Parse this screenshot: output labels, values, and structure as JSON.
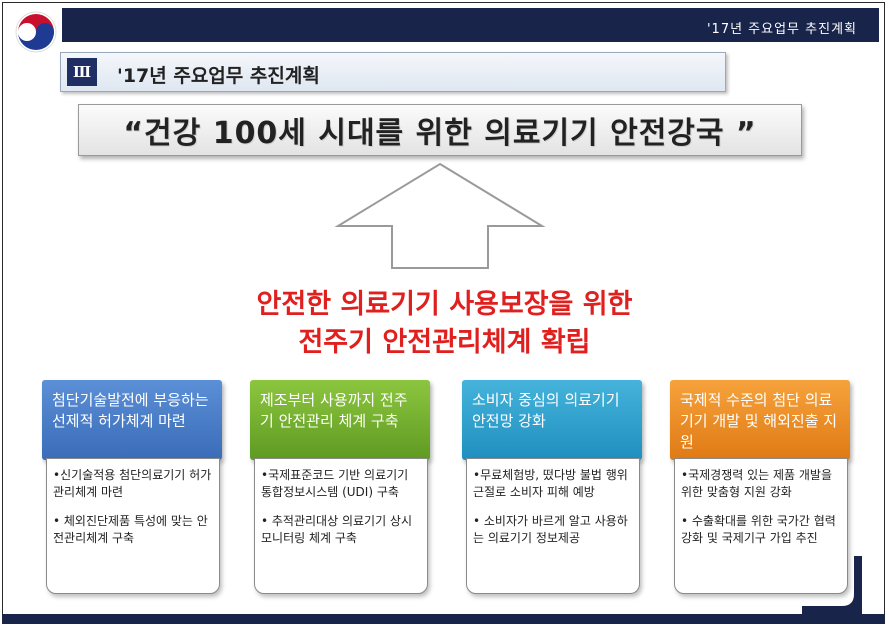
{
  "header": {
    "top_title": "'17년 주요업무 추진계획",
    "section_number": "Ⅲ",
    "section_title": "'17년 주요업무 추진계획"
  },
  "slogan": "“건강 100세 시대를 위한 의료기기 안전강국 ”",
  "headline": {
    "line1": "안전한 의료기기 사용보장을 위한",
    "line2": "전주기 안전관리체계 확립"
  },
  "cards": [
    {
      "head": "첨단기술발전에 부응하는 선제적 허가체계 마련",
      "bullets": [
        "•신기술적용 첨단의료기기 허가관리체계 마련",
        "• 체외진단제품 특성에 맞는 안전관리체계 구축"
      ]
    },
    {
      "head": "제조부터 사용까지 전주기 안전관리 체계 구축",
      "bullets": [
        "•국제표준코드 기반 의료기기 통합정보시스템 (UDI) 구축",
        "• 추적관리대상 의료기기 상시 모니터링 체계 구축"
      ]
    },
    {
      "head": "소비자 중심의 의료기기 안전망 강화",
      "bullets": [
        "•무료체험방, 떴다방 불법 행위 근절로 소비자 피해 예방",
        "• 소비자가 바르게 알고 사용하는 의료기기 정보제공"
      ]
    },
    {
      "head": "국제적 수준의 첨단 의료기기 개발 및 해외진출 지원",
      "bullets": [
        "•국제경쟁력 있는 제품 개발을 위한 맞춤형 지원 강화",
        "• 수출확대를 위한 국가간 협력 강화 및 국제기구 가입 추진"
      ]
    }
  ],
  "colors": {
    "navy": "#18244a",
    "headline_red": "#e0201e",
    "card1": "#3a6cb8",
    "card2": "#5f9a22",
    "card3": "#1f8fbf",
    "card4": "#e07a14"
  }
}
